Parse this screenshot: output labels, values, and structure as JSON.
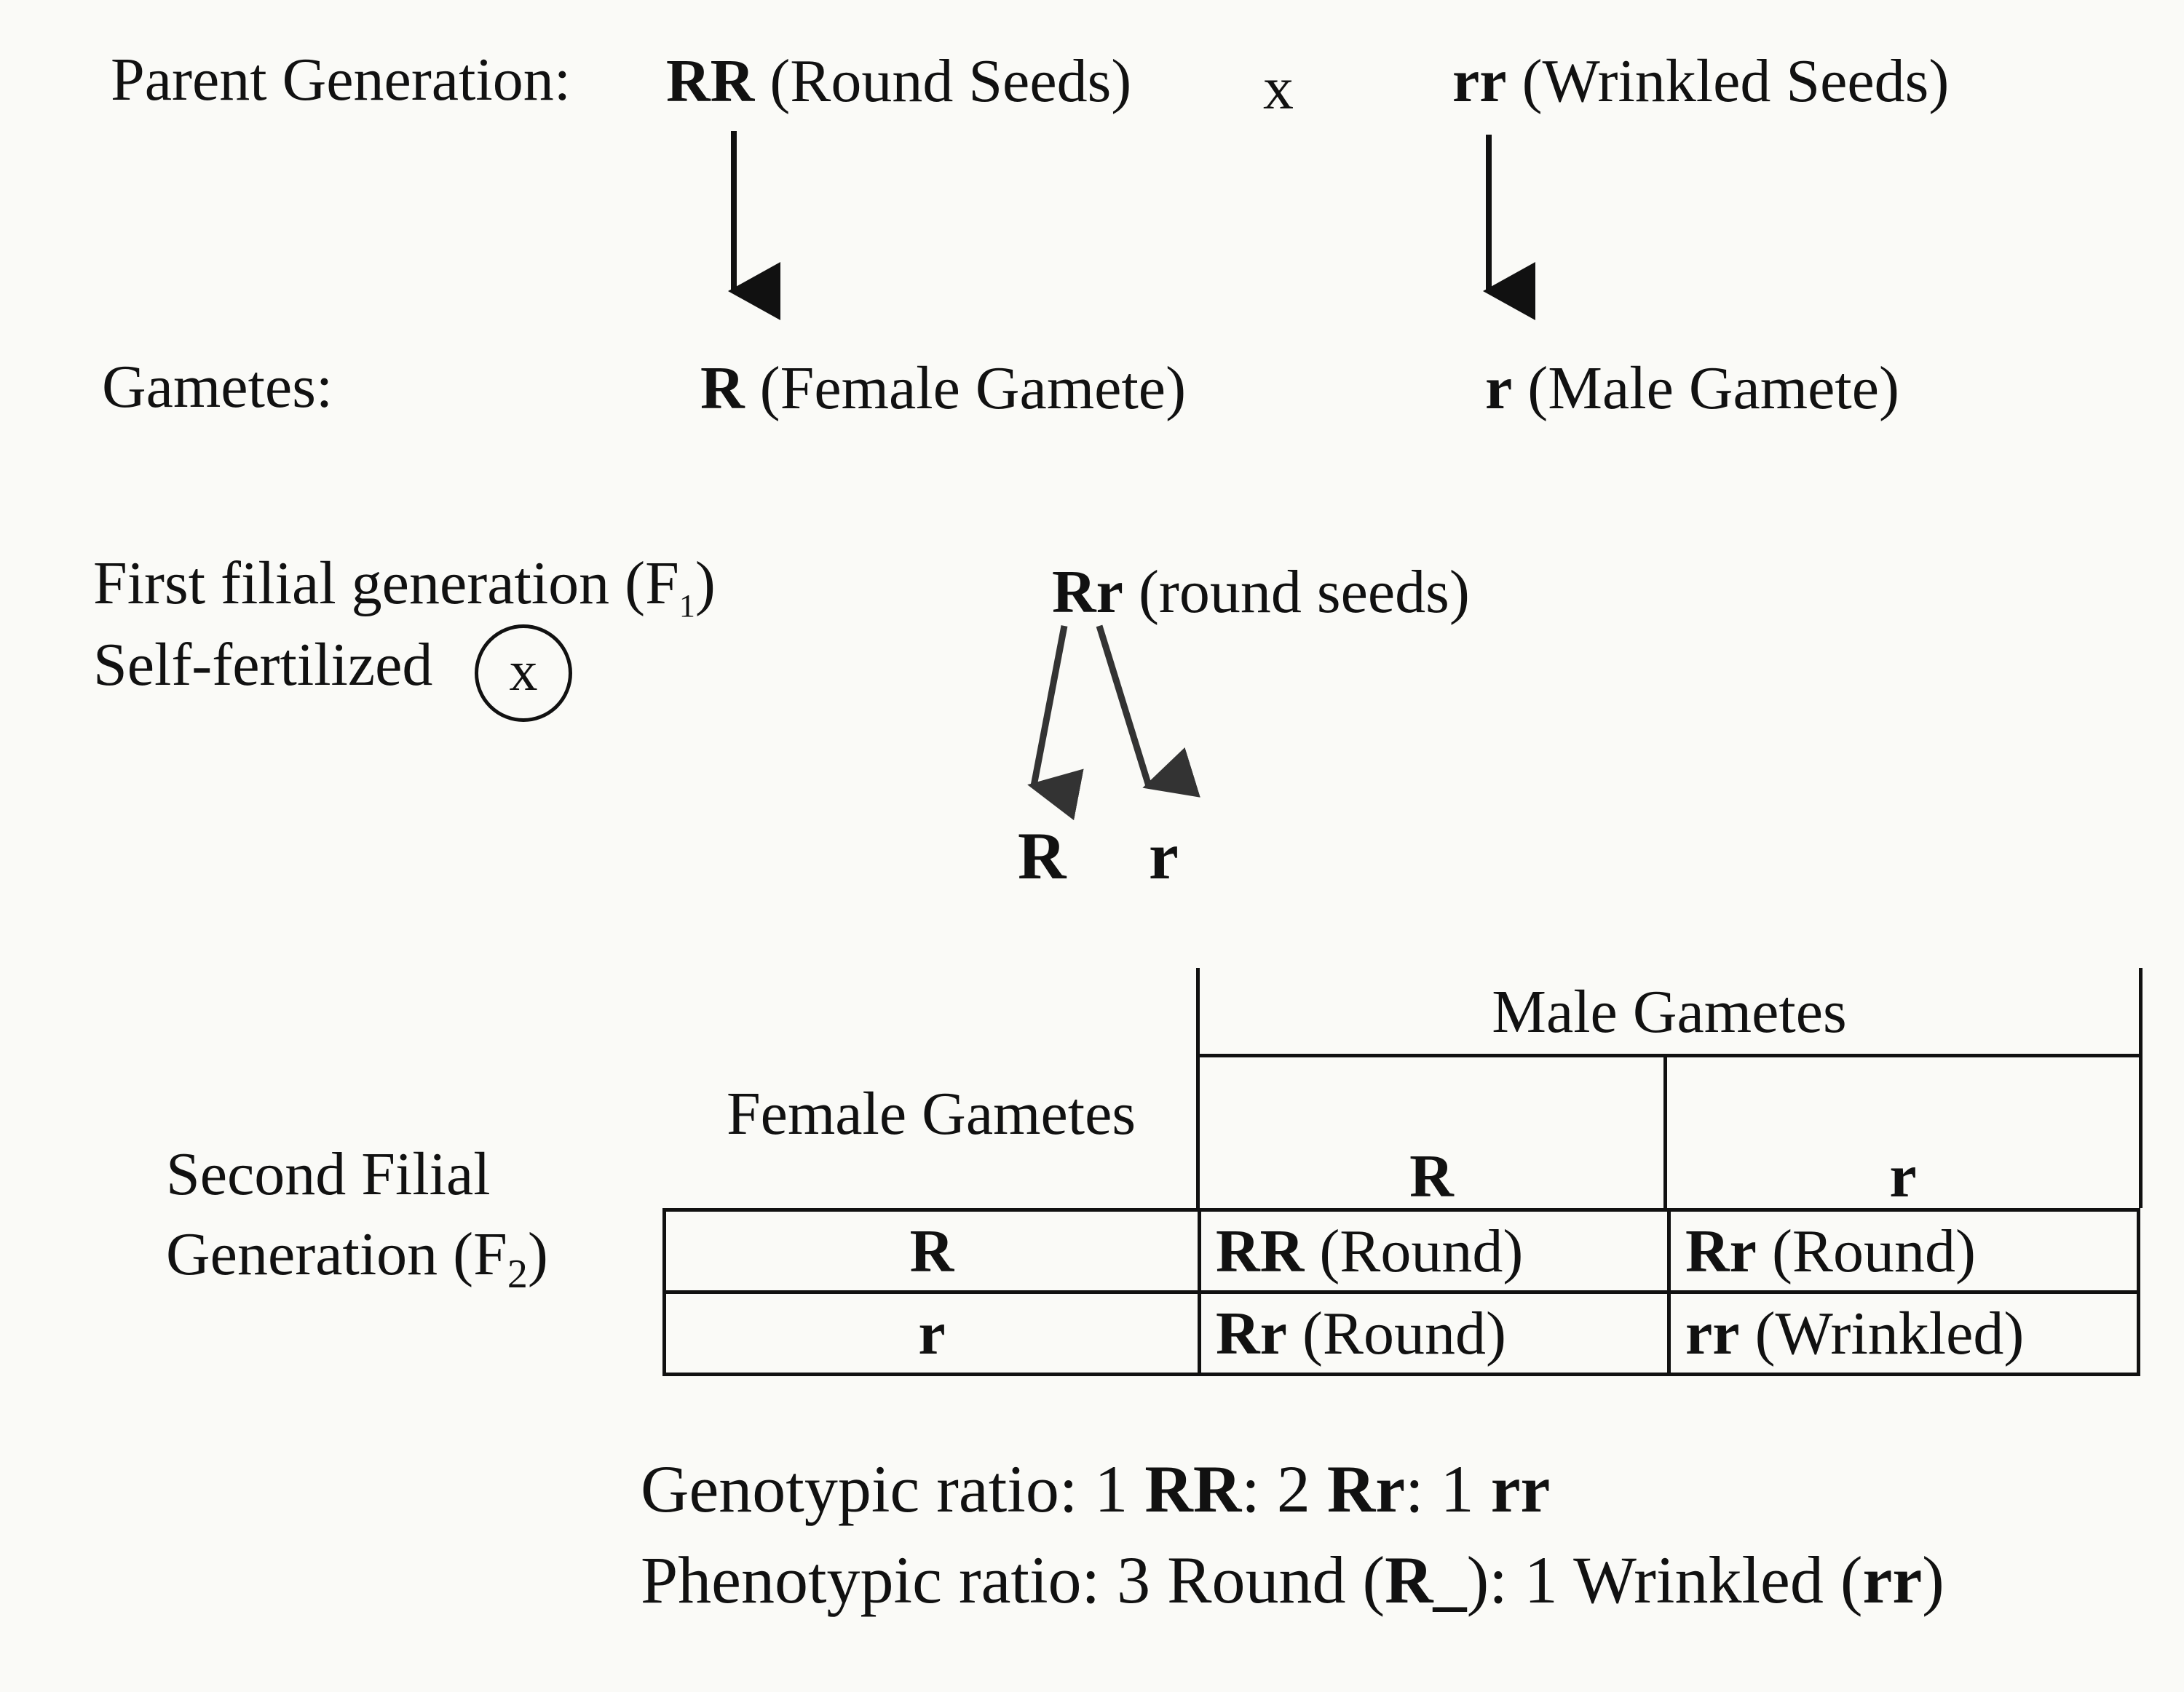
{
  "parent": {
    "label": "Parent Generation:",
    "female_genotype": "RR",
    "female_desc": "(Round Seeds)",
    "cross": "x",
    "male_genotype": "rr",
    "male_desc": "(Wrinkled Seeds)"
  },
  "gametes": {
    "label": "Gametes:",
    "female_allele": "R",
    "female_desc": "(Female Gamete)",
    "male_allele": "r",
    "male_desc": "(Male Gamete)"
  },
  "f1": {
    "label": "First filial generation (F",
    "label_sub": "1",
    "label_close": ")",
    "self_label": "Self-fertilized",
    "self_symbol": "x",
    "genotype": "Rr",
    "desc": "(round seeds)",
    "gamete_1": "R",
    "gamete_2": "r"
  },
  "f2": {
    "label_line1": "Second Filial",
    "label_line2": "Generation (F",
    "label_sub": "2",
    "label_close": ")"
  },
  "punnett": {
    "female_header": "Female Gametes",
    "male_header": "Male Gametes",
    "male_alleles": [
      "R",
      "r"
    ],
    "rows": [
      {
        "allele": "R",
        "cells": [
          {
            "genotype": "RR",
            "phenotype": "(Round)"
          },
          {
            "genotype": "Rr",
            "phenotype": "(Round)"
          }
        ]
      },
      {
        "allele": "r",
        "cells": [
          {
            "genotype": "Rr",
            "phenotype": "(Round)"
          },
          {
            "genotype": "rr",
            "phenotype": "(Wrinkled)"
          }
        ]
      }
    ]
  },
  "ratios": {
    "genotypic_label": "Genotypic ratio: 1 ",
    "g_rr_dom": "RR",
    "g_sep1": ": 2 ",
    "g_rr_het": "Rr",
    "g_sep2": ": 1 ",
    "g_rr_rec": "rr",
    "phenotypic_label": "Phenotypic ratio: 3 Round (",
    "p_dom": "R_",
    "p_sep": "): 1 Wrinkled (",
    "p_rec": "rr",
    "p_close": ")"
  }
}
